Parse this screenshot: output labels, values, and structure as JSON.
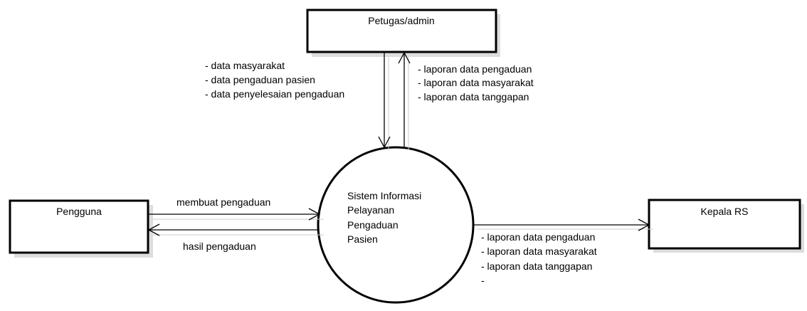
{
  "entities": {
    "petugas": "Petugas/admin",
    "pengguna": "Pengguna",
    "kepala": "Kepala RS"
  },
  "process": {
    "lines": [
      "Sistem Informasi",
      "Pelayanan",
      "Pengaduan",
      "Pasien"
    ]
  },
  "flows": {
    "petugas_to_system": [
      "- data masyarakat",
      "- data pengaduan pasien",
      "- data penyelesaian pengaduan"
    ],
    "system_to_petugas": [
      "- laporan data pengaduan",
      "- laporan data masyarakat",
      "- laporan data  tanggapan"
    ],
    "pengguna_to_system": "membuat pengaduan",
    "system_to_pengguna": "hasil pengaduan",
    "system_to_kepala": [
      "- laporan data pengaduan",
      "- laporan data masyarakat",
      "- laporan data  tanggapan",
      "-"
    ]
  }
}
